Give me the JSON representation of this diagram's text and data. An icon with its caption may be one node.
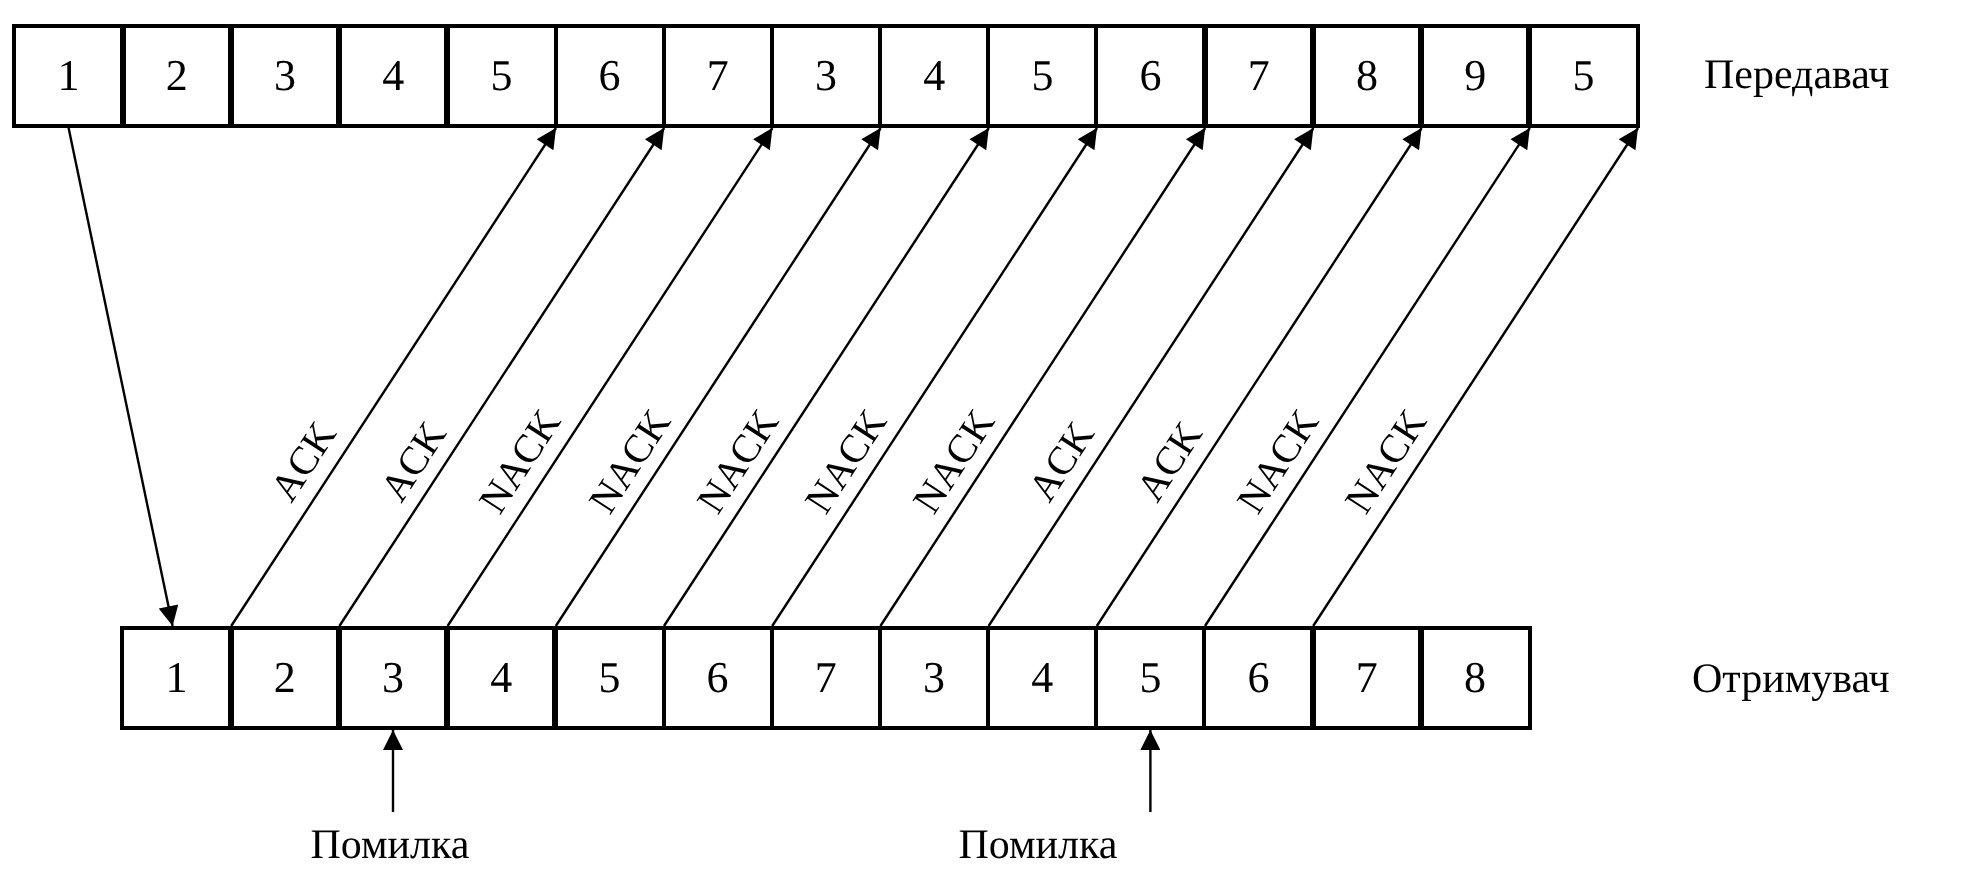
{
  "diagram": {
    "nodes": [
      {
        "text": [
          "1"
        ]
      },
      {
        "text": [
          "2"
        ]
      },
      {
        "text": [
          "3"
        ]
      },
      {
        "text": [
          "4"
        ]
      },
      {
        "text": [
          "5"
        ]
      },
      {
        "text": [
          "6"
        ]
      },
      {
        "text": [
          "7"
        ]
      },
      {
        "text": [
          "3"
        ]
      },
      {
        "text": [
          "4"
        ]
      },
      {
        "text": [
          "5"
        ]
      },
      {
        "text": [
          "6"
        ]
      },
      {
        "text": [
          "7"
        ]
      },
      {
        "text": [
          "8"
        ]
      },
      {
        "text": [
          "9"
        ]
      },
      {
        "text": [
          "5"
        ]
      },
      {
        "text": [
          "1"
        ]
      },
      {
        "text": [
          "2"
        ]
      },
      {
        "text": [
          "3"
        ]
      },
      {
        "text": [
          "4"
        ]
      },
      {
        "text": [
          "5"
        ]
      },
      {
        "text": [
          "6"
        ]
      },
      {
        "text": [
          "7"
        ]
      },
      {
        "text": [
          "3"
        ]
      },
      {
        "text": [
          "4"
        ]
      },
      {
        "text": [
          "5"
        ]
      },
      {
        "text": [
          "6"
        ]
      },
      {
        "text": [
          "7"
        ]
      },
      {
        "text": [
          "8"
        ]
      },
      {
        "text": [
          "Помилка"
        ]
      },
      {
        "text": [
          "Помилка"
        ]
      }
    ],
    "edges": [
      {
        "from": 0,
        "to": 15,
        "arrow": "to"
      },
      {
        "from": 15,
        "to": 4,
        "arrow": "to",
        "label": "ACK"
      },
      {
        "from": 16,
        "to": 5,
        "arrow": "to",
        "label": "ACK"
      },
      {
        "from": 17,
        "to": 6,
        "arrow": "to",
        "label": "NACK"
      },
      {
        "from": 18,
        "to": 7,
        "arrow": "to",
        "label": "NACK"
      },
      {
        "from": 19,
        "to": 8,
        "arrow": "to",
        "label": "NACK"
      },
      {
        "from": 20,
        "to": 9,
        "arrow": "to",
        "label": "NACK"
      },
      {
        "from": 21,
        "to": 10,
        "arrow": "to",
        "label": "NACK"
      },
      {
        "from": 22,
        "to": 11,
        "arrow": "to",
        "label": "ACK"
      },
      {
        "from": 23,
        "to": 12,
        "arrow": "to",
        "label": "ACK"
      },
      {
        "from": 24,
        "to": 13,
        "arrow": "to",
        "label": "NACK"
      },
      {
        "from": 25,
        "to": 14,
        "arrow": "to",
        "label": "NACK"
      },
      {
        "from": 28,
        "to": 17,
        "arrow": "to"
      },
      {
        "from": 29,
        "to": 24,
        "arrow": "to"
      }
    ],
    "labels": [
      "Передавач",
      "Отримувач"
    ]
  }
}
